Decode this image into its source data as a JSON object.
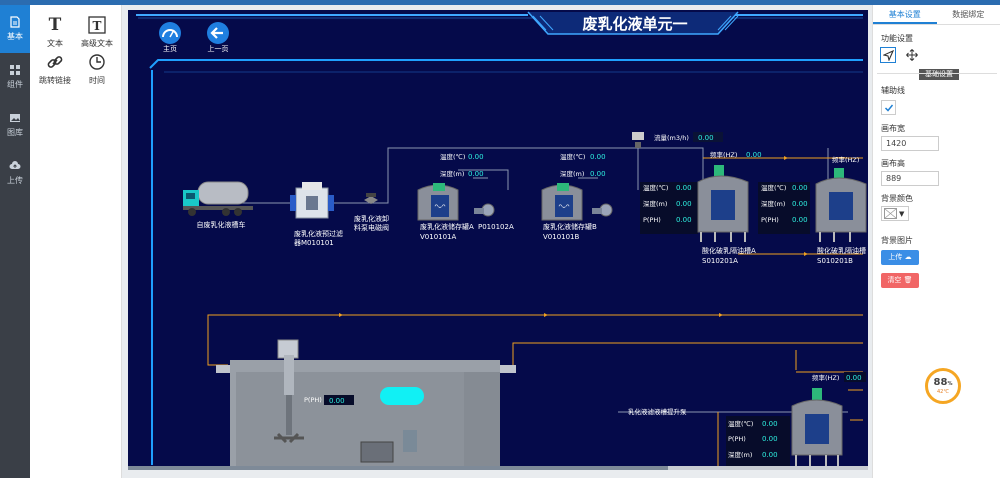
{
  "leftnav": {
    "items": [
      {
        "label": "基本",
        "icon": "document-icon"
      },
      {
        "label": "组件",
        "icon": "grid-icon"
      },
      {
        "label": "图库",
        "icon": "image-icon"
      },
      {
        "label": "上传",
        "icon": "cloud-upload-icon"
      }
    ]
  },
  "tools": {
    "text": "文本",
    "rich_text": "高级文本",
    "link": "跳转链接",
    "time": "时间"
  },
  "canvas": {
    "title": "废乳化液单元一",
    "home": "主页",
    "back": "上一页",
    "flow_label": "流量(m3/h)",
    "flow_value": "0.00",
    "truck_label": "自废乳化液槽车",
    "filter_label_1": "废乳化液预过滤",
    "filter_label_2": "器M010101",
    "valve_label_1": "废乳化液卸",
    "valve_label_2": "料泵电磁阀",
    "tankA_temp_lbl": "温度(℃)",
    "tankA_temp": "0.00",
    "tankA_depth_lbl": "深度(m)",
    "tankA_depth": "0.00",
    "tankA_name_1": "废乳化液储存罐A",
    "tankA_name_2": "V010101A",
    "pumpA": "P010102A",
    "tankB_temp_lbl": "温度(℃)",
    "tankB_temp": "0.00",
    "tankB_depth_lbl": "深度(m)",
    "tankB_depth": "0.00",
    "tankB_name_1": "废乳化液储存罐B",
    "tankB_name_2": "V010101B",
    "r1_freq_lbl": "频率(HZ)",
    "r1_freq": "0.00",
    "r1_temp_lbl": "温度(℃)",
    "r1_temp": "0.00",
    "r1_depth_lbl": "深度(m)",
    "r1_depth": "0.00",
    "r1_ph_lbl": "P(PH)",
    "r1_ph": "0.00",
    "r1_name_1": "酸化破乳隔油槽A",
    "r1_name_2": "S010201A",
    "r2_freq_lbl": "频率(HZ)",
    "r2_temp_lbl": "温度(℃)",
    "r2_temp": "0.00",
    "r2_depth_lbl": "深度(m)",
    "r2_depth": "0.00",
    "r2_ph_lbl": "P(PH)",
    "r2_ph": "0.00",
    "r2_name_1": "酸化破乳隔油槽",
    "r2_name_2": "S010201B",
    "pool_ph_lbl": "P(PH)",
    "pool_ph": "0.00",
    "lift_pump_lbl": "乳化液滤液槽提升泵",
    "r3_freq_lbl": "频率(HZ)",
    "r3_freq": "0.00",
    "r3_temp_lbl": "温度(℃)",
    "r3_temp": "0.00",
    "r3_ph_lbl": "P(PH)",
    "r3_ph": "0.00",
    "r3_depth_lbl": "深度(m)",
    "r3_depth": "0.00"
  },
  "right": {
    "tab_basic": "基本设置",
    "tab_data": "数据绑定",
    "func_label": "功能设置",
    "tooltip": "基础设置",
    "guide_label": "辅助线",
    "width_label": "画布宽",
    "width_value": "1420",
    "height_label": "画布高",
    "height_value": "889",
    "bg_color_label": "背景颜色",
    "bg_image_label": "背景图片",
    "upload": "上传",
    "clear": "清空"
  },
  "gauge": {
    "percent": "88",
    "unit": "%",
    "temp": "42℃"
  },
  "colors": {
    "accent": "#1f80d4",
    "canvas_bg": "#050a4a",
    "value_cyan": "#2ef0e0",
    "pipe_orange": "#f0a020"
  }
}
